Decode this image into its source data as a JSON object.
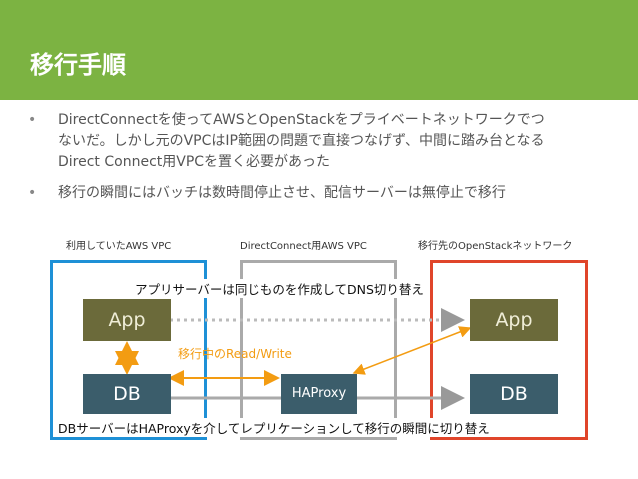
{
  "slide": {
    "title": "移行手順",
    "header_color": "#7cb342",
    "bullets": [
      {
        "lines": [
          "DirectConnectを使ってAWSとOpenStackをプライベートネットワークでつ",
          "ないだ。しかし元のVPCはIP範囲の問題で直接つなげず、中間に踏み台となる",
          "Direct Connect用VPCを置く必要があった"
        ]
      },
      {
        "lines": [
          "移行の瞬間にはバッチは数時間停止させ、配信サーバーは無停止で移行"
        ]
      }
    ]
  },
  "diagram": {
    "columns": {
      "left_label": "利用していたAWS VPC",
      "middle_label": "DirectConnect用AWS VPC",
      "right_label": "移行先のOpenStackネットワーク"
    },
    "colors": {
      "left": "#1e90d6",
      "middle": "#aaaaaa",
      "right": "#e0452a",
      "accent": "#f39c12"
    },
    "app_left": "App",
    "app_right": "App",
    "db_left": "DB",
    "db_right": "DB",
    "haproxy": "HAProxy",
    "annotation_top": "アプリサーバーは同じものを作成してDNS切り替え",
    "annotation_middle": "移行中のRead/Write",
    "annotation_bottom": "DBサーバーはHAProxyを介してレプリケーションして移行の瞬間に切り替え"
  }
}
